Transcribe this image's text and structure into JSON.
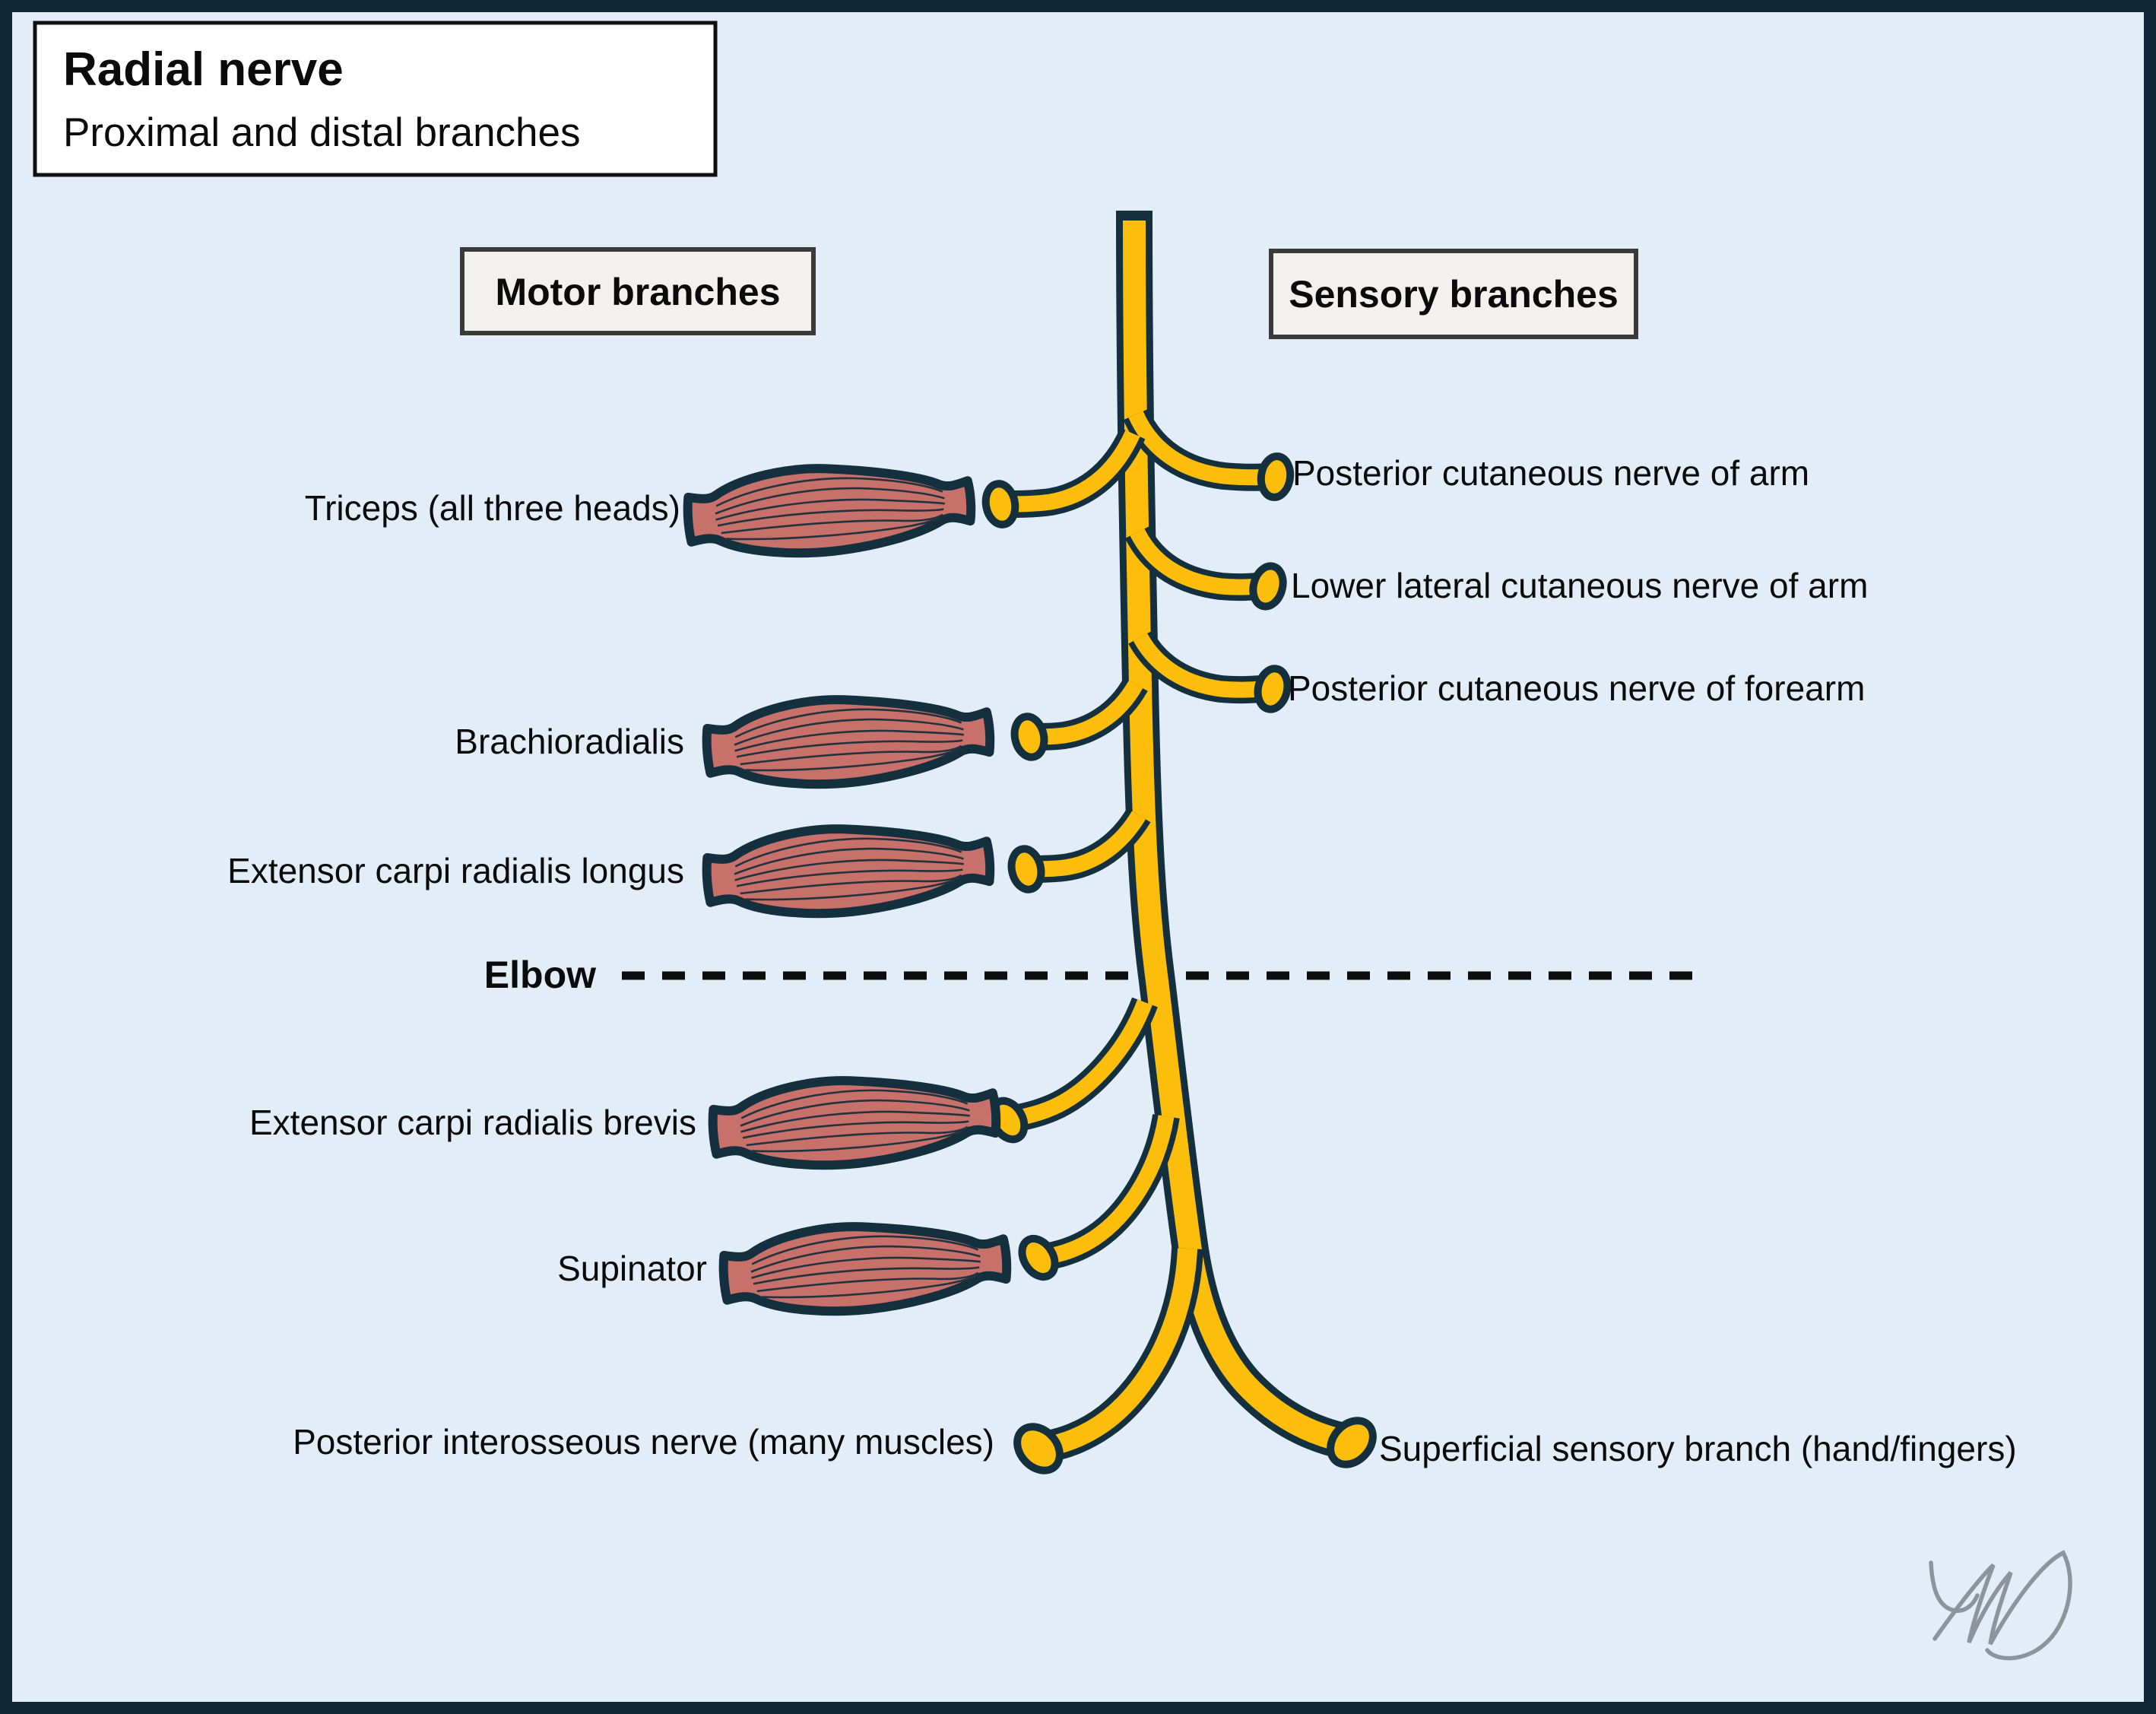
{
  "title": {
    "heading": "Radial nerve",
    "subtitle": "Proximal and distal branches"
  },
  "column_headers": {
    "motor": "Motor branches",
    "sensory": "Sensory branches"
  },
  "motor_branches": [
    {
      "label": "Triceps (all three heads)"
    },
    {
      "label": "Brachioradialis"
    },
    {
      "label": "Extensor carpi radialis longus"
    },
    {
      "label": "Extensor carpi radialis brevis"
    },
    {
      "label": "Supinator"
    },
    {
      "label": "Posterior interosseous nerve (many muscles)"
    }
  ],
  "sensory_branches": [
    {
      "label": "Posterior cutaneous nerve of arm"
    },
    {
      "label": "Lower lateral cutaneous nerve of arm"
    },
    {
      "label": "Posterior cutaneous nerve of forearm"
    },
    {
      "label": "Superficial sensory branch (hand/fingers)"
    }
  ],
  "landmark": {
    "label": "Elbow"
  },
  "colors": {
    "bg": "#e3edf8",
    "frame": "#0f2737",
    "ink": "#142f3e",
    "nerve": "#fcbe0a",
    "muscle": "#c8706a",
    "fiber": "#22333f",
    "boxwhite": "#ffffff",
    "boxgray": "#f2f1ee",
    "sig": "#8d949b"
  }
}
